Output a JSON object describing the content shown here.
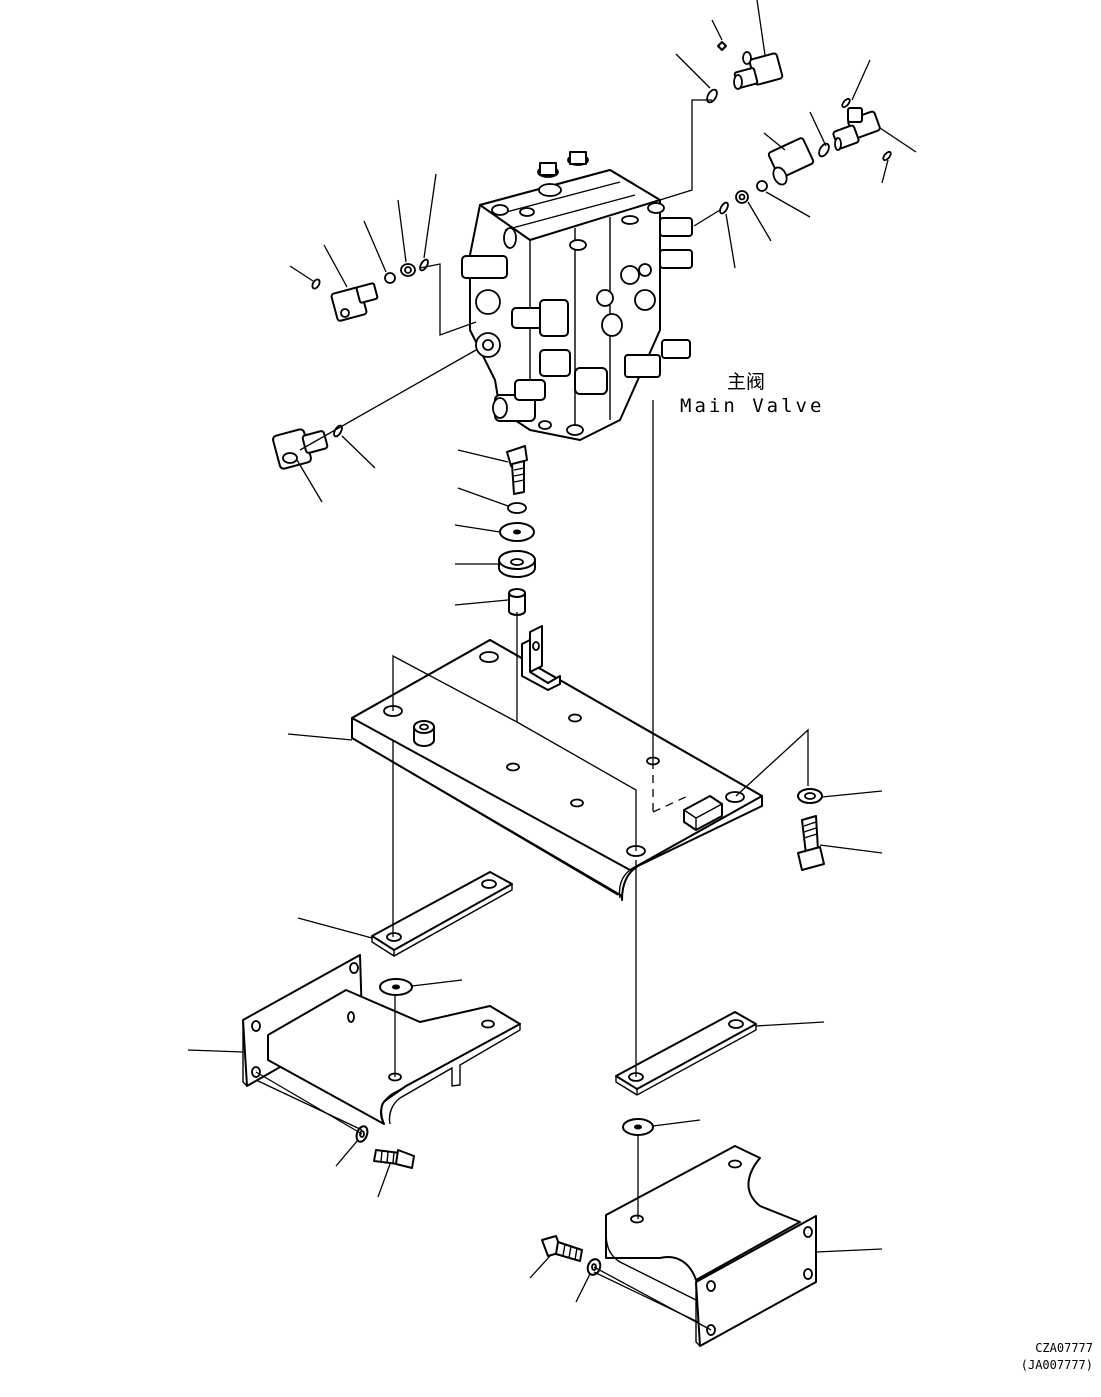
{
  "diagram": {
    "component_label_cn": "主阀",
    "component_label_en": "Main Valve",
    "drawing_code": "CZA07777",
    "drawing_code_alt": "(JA007777)"
  }
}
